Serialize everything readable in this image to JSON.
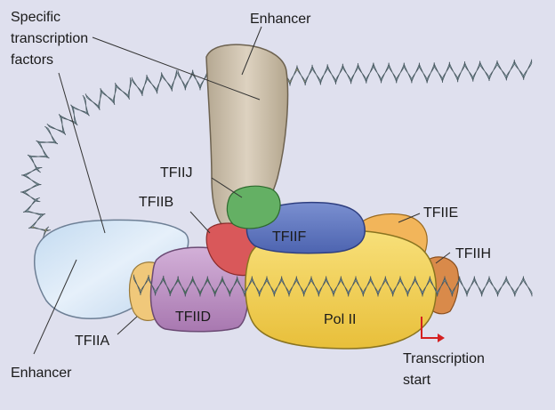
{
  "labels": {
    "specific_tf_line1": "Specific",
    "specific_tf_line2": "transcription",
    "specific_tf_line3": "factors",
    "enhancer_top": "Enhancer",
    "enhancer_bottom": "Enhancer",
    "tfiij": "TFIIJ",
    "tfiib": "TFIIB",
    "tfiif": "TFIIF",
    "tfiie": "TFIIE",
    "tfiih": "TFIIH",
    "tfiid": "TFIID",
    "tfiia": "TFIIA",
    "pol2": "Pol II",
    "tss_line1": "Transcription",
    "tss_line2": "start"
  },
  "colors": {
    "background": "#dfe0ee",
    "dna_strand": "#a9c8cf",
    "enhancer_band": "#f2d774",
    "tfiid_band": "#3da33a",
    "specific_tf_top": "#c8bca8",
    "specific_tf_left": "#d5e6f5",
    "tfiid": "#c39ac9",
    "pol2": "#f4d35a",
    "tfiif": "#5d75c0",
    "tfiib": "#d9585a",
    "tfiij": "#64b064",
    "tfiie": "#f2b55a",
    "tfiih": "#d98a4a",
    "tfiia": "#f0c87a",
    "tss_arrow": "#d42020"
  }
}
